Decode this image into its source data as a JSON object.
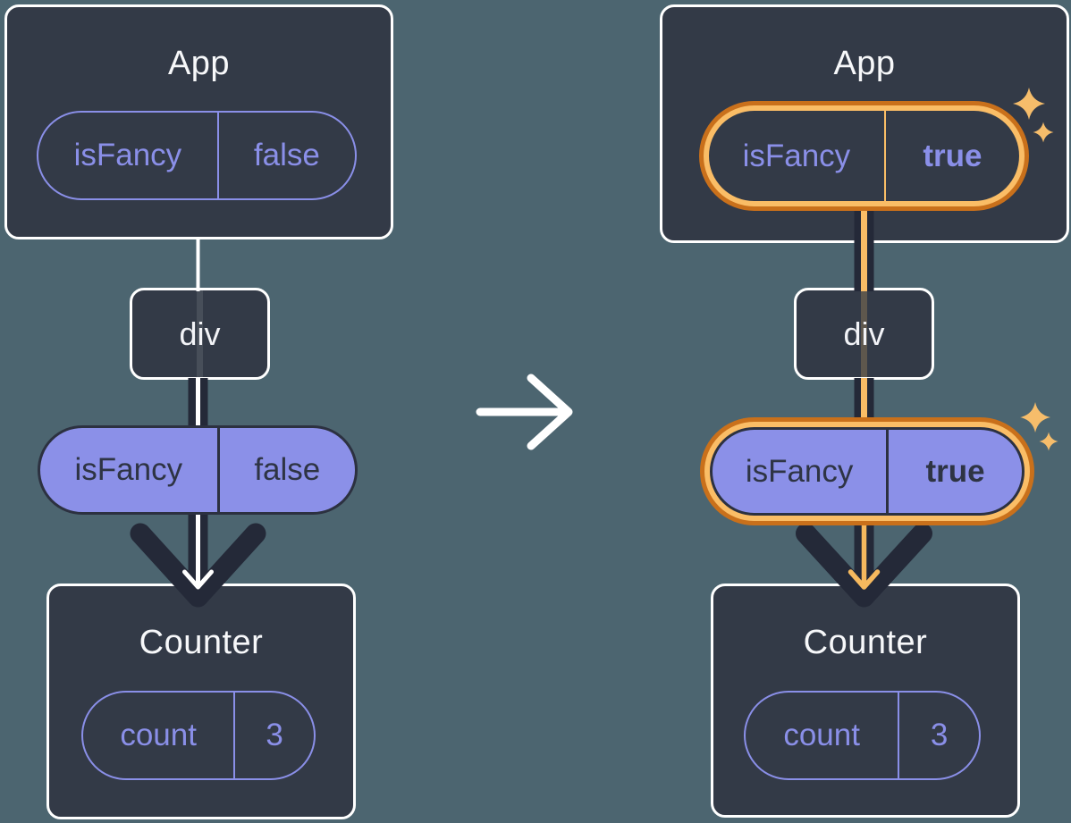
{
  "diagram": {
    "description": "React state diagram: App passes isFancy prop through div to Counter; prop flips from false to true",
    "before": {
      "app": {
        "title": "App",
        "prop_name": "isFancy",
        "prop_value": "false"
      },
      "div": {
        "label": "div"
      },
      "passed_prop": {
        "name": "isFancy",
        "value": "false"
      },
      "counter": {
        "title": "Counter",
        "state_name": "count",
        "state_value": "3"
      }
    },
    "after": {
      "app": {
        "title": "App",
        "prop_name": "isFancy",
        "prop_value": "true"
      },
      "div": {
        "label": "div"
      },
      "passed_prop": {
        "name": "isFancy",
        "value": "true"
      },
      "counter": {
        "title": "Counter",
        "state_name": "count",
        "state_value": "3"
      }
    }
  },
  "icons": {
    "transition_arrow": "right-arrow",
    "sparkle": "four-point-star"
  },
  "colors": {
    "background": "#4c6570",
    "box_fill": "#333a47",
    "box_border": "#ffffff",
    "purple_accent": "#8a8fe8",
    "purple_fill": "#8b90e8",
    "dark_text": "#2e3444",
    "dark_line": "#242938",
    "highlight_orange_dark": "#c9701b",
    "highlight_orange_light": "#fabd66",
    "white": "#ffffff"
  }
}
